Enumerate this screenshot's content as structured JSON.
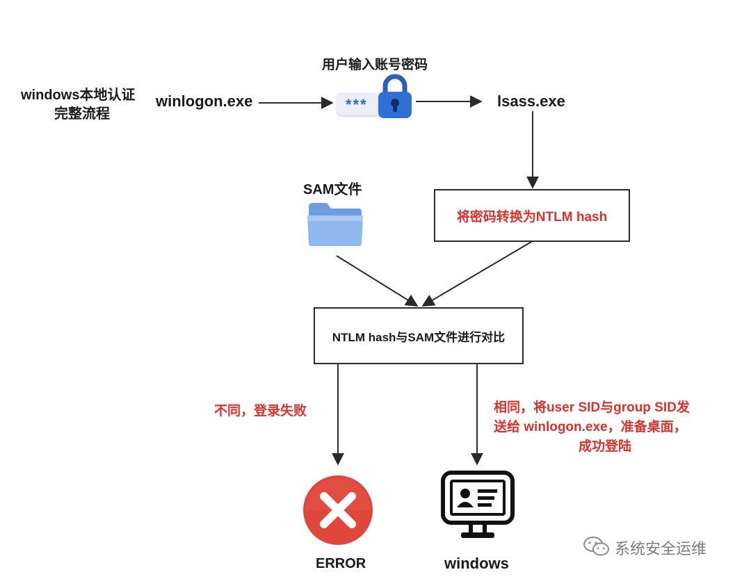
{
  "title": {
    "line1": "windows本地认证",
    "line2": "完整流程"
  },
  "process": {
    "winlogon": "winlogon.exe",
    "input_label": "用户输入账号密码",
    "password_mask": "***",
    "lsass": "lsass.exe"
  },
  "sam_label": "SAM文件",
  "convert_box": "将密码转换为NTLM hash",
  "compare_box": "NTLM hash与SAM文件进行对比",
  "fail_text": "不同，登录失败",
  "success_text": {
    "line1": "相同，将user SID与group SID发",
    "line2": "送给 winlogon.exe，准备桌面，",
    "line3": "成功登陆"
  },
  "error_label": "ERROR",
  "windows_label": "windows",
  "watermark": "系统安全运维",
  "icons": [
    "lock-icon",
    "folder-icon",
    "error-x-icon",
    "monitor-id-icon",
    "wechat-icon"
  ],
  "colors": {
    "accent_red": "#d9312b",
    "lock_blue": "#2f6fd6",
    "error_red": "#e0473c",
    "line": "#2a2a2a"
  }
}
